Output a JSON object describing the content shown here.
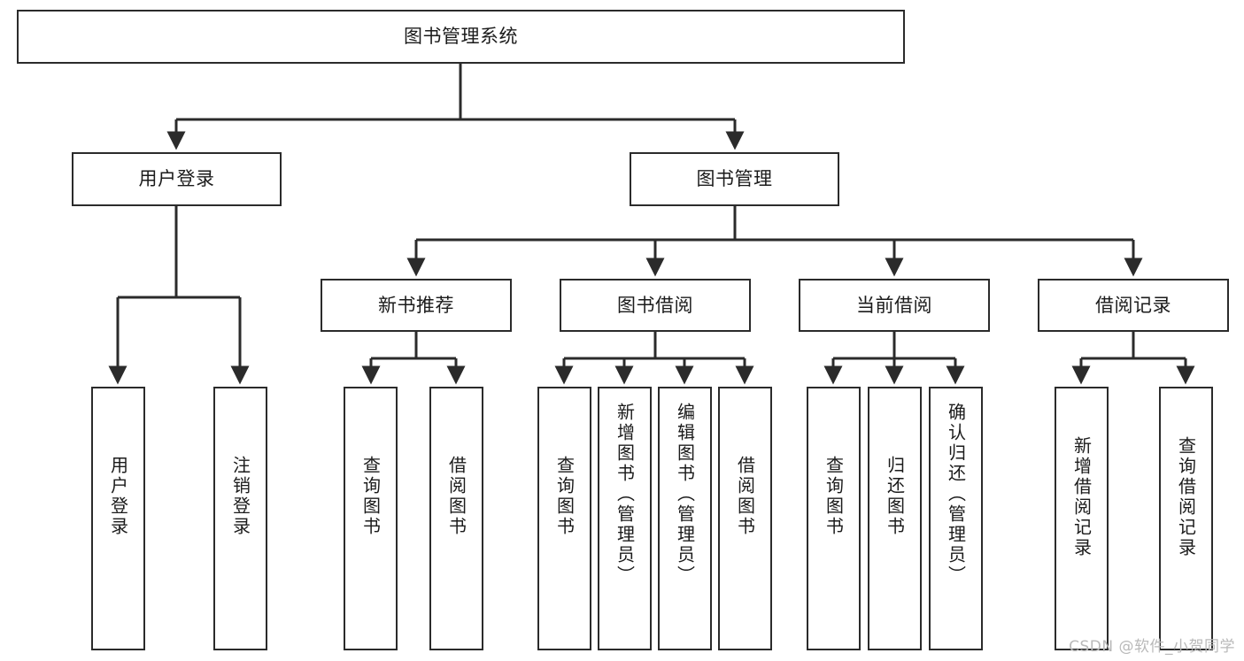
{
  "diagram": {
    "title": "图书管理系统",
    "root": {
      "label": "图书管理系统"
    },
    "level2": [
      {
        "label": "用户登录"
      },
      {
        "label": "图书管理"
      }
    ],
    "level3": [
      {
        "label": "新书推荐"
      },
      {
        "label": "图书借阅"
      },
      {
        "label": "当前借阅"
      },
      {
        "label": "借阅记录"
      }
    ],
    "leaves": {
      "user_login": [
        {
          "label": "用户登录"
        },
        {
          "label": "注销登录"
        }
      ],
      "new_book": [
        {
          "label": "查询图书"
        },
        {
          "label": "借阅图书"
        }
      ],
      "book_borrow": [
        {
          "label": "查询图书"
        },
        {
          "label": "新增图书（管理员）"
        },
        {
          "label": "编辑图书（管理员）"
        },
        {
          "label": "借阅图书"
        }
      ],
      "current_borrow": [
        {
          "label": "查询图书"
        },
        {
          "label": "归还图书"
        },
        {
          "label": "确认归还（管理员）"
        }
      ],
      "borrow_record": [
        {
          "label": "新增借阅记录"
        },
        {
          "label": "查询借阅记录"
        }
      ]
    }
  },
  "watermark": {
    "text": "CSDN @软件_小贺同学"
  },
  "colors": {
    "stroke": "#2b2b2b",
    "background": "#ffffff",
    "text": "#1b1b1b",
    "watermark": "#b9b9b9"
  }
}
